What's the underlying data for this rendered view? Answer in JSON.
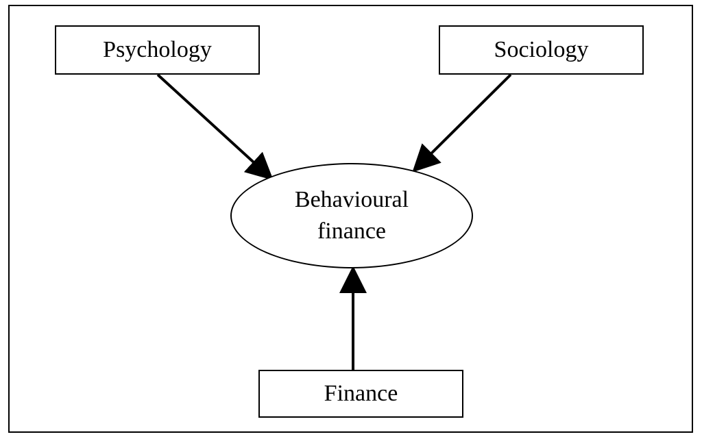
{
  "nodes": {
    "psychology": {
      "label": "Psychology"
    },
    "sociology": {
      "label": "Sociology"
    },
    "finance": {
      "label": "Finance"
    },
    "behavioural_finance": {
      "line1": "Behavioural",
      "line2": "finance"
    }
  },
  "edges": [
    {
      "from": "Psychology",
      "to": "Behavioural finance"
    },
    {
      "from": "Sociology",
      "to": "Behavioural finance"
    },
    {
      "from": "Finance",
      "to": "Behavioural finance"
    }
  ],
  "colors": {
    "stroke": "#000000",
    "background": "#ffffff"
  }
}
